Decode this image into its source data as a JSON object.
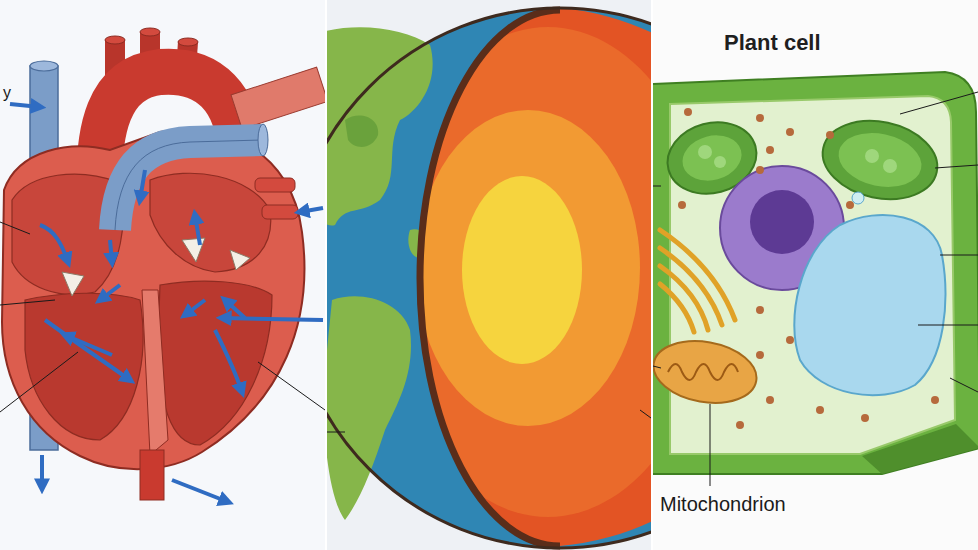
{
  "diagram": {
    "title": "Plant cell",
    "labels": [
      "y",
      "Mitochondrion"
    ]
  }
}
